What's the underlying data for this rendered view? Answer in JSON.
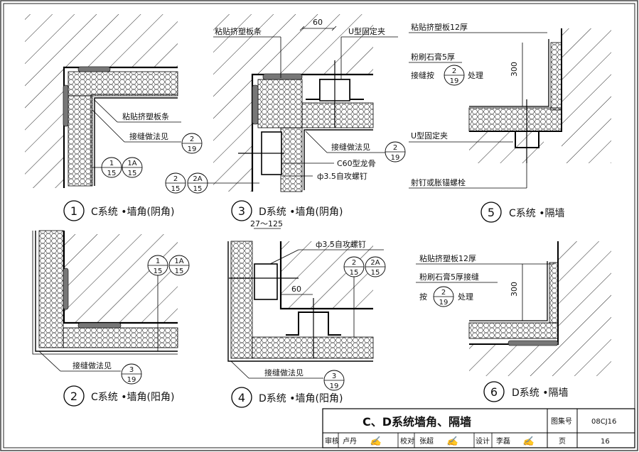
{
  "labels": {
    "d1_insul": "粘贴挤塑板条",
    "d1_joint": "接缝做法见",
    "d3_insul": "粘贴挤塑板条",
    "d3_dim": "60",
    "d3_clip": "U型固定夹",
    "d3_joint": "接缝做法见",
    "d3_keel": "C60型龙骨",
    "d3_screw": "ф3.5自攻螺钉",
    "d4_dim1": "27～125",
    "d4_screw": "ф3.5自攻螺钉",
    "d4_dim2": "60",
    "d2_joint": "接缝做法见",
    "d4_joint": "接缝做法见",
    "d5_insul": "粘贴挤塑板12厚",
    "d5_plaster": "粉刷石膏5厚",
    "d5_joint_a": "接缝按",
    "d5_joint_b": "处理",
    "d5_dim": "300",
    "d5_clip": "U型固定夹",
    "d5_anchor": "射钉或胀锚螺栓",
    "d6_insul": "粘贴挤塑板12厚",
    "d6_plaster": "粉刷石膏5厚接缝",
    "d6_joint_a": "按",
    "d6_joint_b": "处理",
    "d6_dim": "300"
  },
  "refs": {
    "r2_19": {
      "top": "2",
      "bottom": "19"
    },
    "r1_15": {
      "top": "1",
      "bottom": "15"
    },
    "r1a_15": {
      "top": "1A",
      "bottom": "15"
    },
    "r2_15": {
      "top": "2",
      "bottom": "15"
    },
    "r2a_15": {
      "top": "2A",
      "bottom": "15"
    },
    "r3_19": {
      "top": "3",
      "bottom": "19"
    }
  },
  "captions": [
    {
      "num": "1",
      "text": "C系统 •墙角(阴角)"
    },
    {
      "num": "2",
      "text": "C系统 •墙角(阳角)"
    },
    {
      "num": "3",
      "text": "D系统 •墙角(阴角)"
    },
    {
      "num": "4",
      "text": "D系统 •墙角(阳角)"
    },
    {
      "num": "5",
      "text": "C系统 •隔墙"
    },
    {
      "num": "6",
      "text": "D系统 •隔墙"
    }
  ],
  "title_block": {
    "title": "C、D系统墙角、隔墙",
    "atlas_label": "图集号",
    "atlas_no": "08CJ16",
    "review_label": "审核",
    "reviewer": "卢丹",
    "check_label": "校对",
    "checker": "张超",
    "design_label": "设计",
    "designer": "李磊",
    "page_label": "页",
    "page_no": "16"
  }
}
